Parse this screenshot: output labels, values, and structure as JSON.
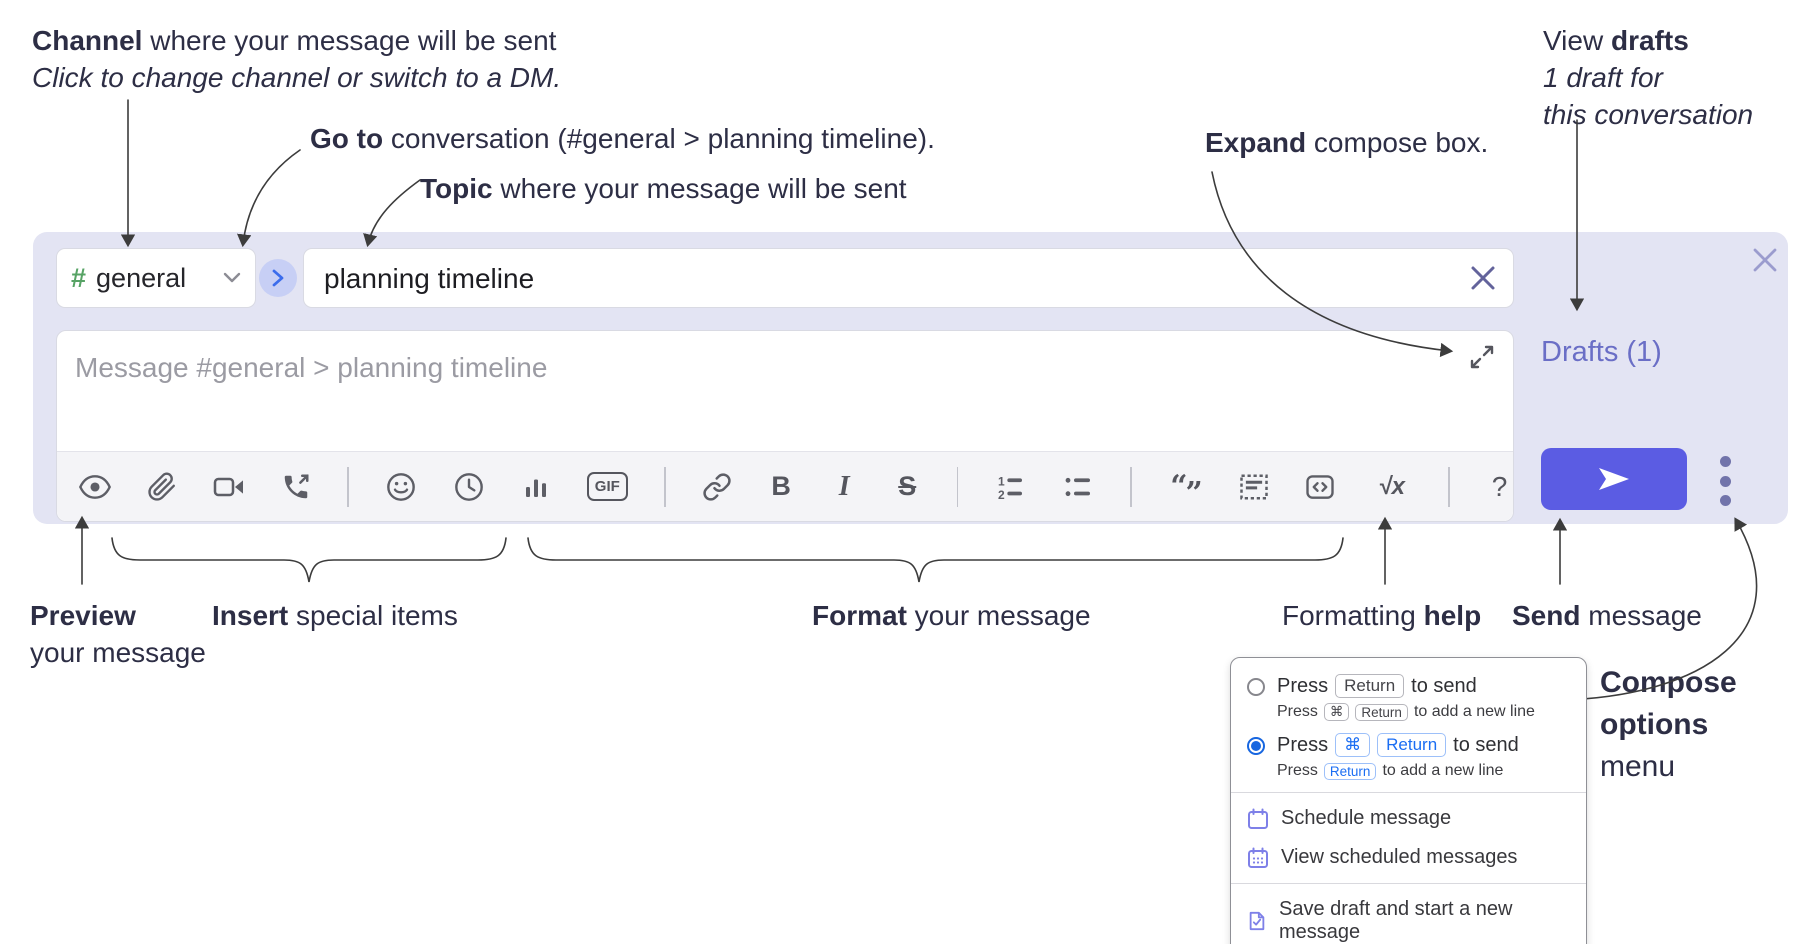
{
  "annotations": {
    "channel_note": {
      "bold": "Channel",
      "rest": " where your message will be sent",
      "line2": "Click to change channel or switch to a DM."
    },
    "goto_note": {
      "bold": "Go to",
      "rest": " conversation (#general > planning timeline)."
    },
    "topic_note": {
      "bold": "Topic",
      "rest": " where your message will be sent"
    },
    "expand_note": {
      "bold": "Expand",
      "rest": " compose box."
    },
    "drafts_note": {
      "pre": "View ",
      "bold": "drafts",
      "line2": "1 draft for",
      "line3": "this conversation"
    },
    "preview_note": {
      "bold": "Preview",
      "line2": "your message"
    },
    "insert_note": {
      "bold": "Insert",
      "rest": " special items"
    },
    "format_note": {
      "bold": "Format",
      "rest": " your message"
    },
    "help_note": {
      "pre": "Formatting ",
      "bold": "help"
    },
    "send_note": {
      "bold": "Send",
      "rest": " message"
    },
    "compose_note": {
      "line1": "Compose",
      "line2": "options",
      "line3": "menu"
    }
  },
  "composer": {
    "channel": {
      "hash": "#",
      "name": "general"
    },
    "topic_value": "planning timeline",
    "message_placeholder": "Message #general > planning timeline",
    "drafts_label": "Drafts (1)",
    "toolbar_labels": {
      "bold": "B",
      "italic": "I",
      "strike": "S",
      "gif": "GIF",
      "math": "√x",
      "help": "?",
      "quote_open": "“",
      "quote_close": "”"
    }
  },
  "menu": {
    "option1": {
      "pre": "Press",
      "key": "Return",
      "post": "to send",
      "sub_pre": "Press",
      "sub_key1": "⌘",
      "sub_key2": "Return",
      "sub_post": "to add a new line"
    },
    "option2": {
      "pre": "Press",
      "key1": "⌘",
      "key2": "Return",
      "post": "to send",
      "sub_pre": "Press",
      "sub_key": "Return",
      "sub_post": "to add a new line"
    },
    "schedule": "Schedule message",
    "view_scheduled": "View scheduled messages",
    "save_draft": "Save draft and start a new message"
  },
  "colors": {
    "panel_bg": "#e3e4f3",
    "send_button": "#5b5ce3",
    "drafts_link": "#6a6ec6",
    "hash_green": "#57a365",
    "menu_icon_purple": "#7e80e8",
    "key_blue": "#1b6ef3",
    "annotation_text": "#2d2e45"
  }
}
